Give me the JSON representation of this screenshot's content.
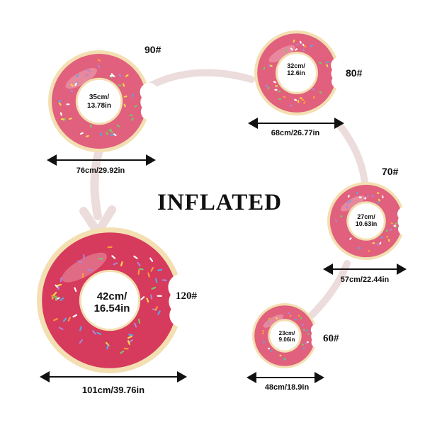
{
  "title": "INFLATED",
  "colors": {
    "frosting": "#e0607d",
    "frosting_large": "#d63a5c",
    "dough": "#f3dfb1",
    "arrow": "#ecdcdc"
  },
  "icons": [
    "donut-float-icon",
    "curved-arrow-icon",
    "dimension-arrow-icon"
  ],
  "floats": [
    {
      "size": "90#",
      "inner": [
        "35cm/",
        "13.78in"
      ],
      "outer": "76cm/29.92in"
    },
    {
      "size": "80#",
      "inner": [
        "32cm/",
        "12.6in"
      ],
      "outer": "68cm/26.77in"
    },
    {
      "size": "70#",
      "inner": [
        "27cm/",
        "10.63in"
      ],
      "outer": "57cm/22.44in"
    },
    {
      "size": "60#",
      "inner": [
        "23cm/",
        "9.06in"
      ],
      "outer": "48cm/18.9in"
    },
    {
      "size": "120#",
      "inner": [
        "42cm/",
        "16.54in"
      ],
      "outer": "101cm/39.76in"
    }
  ]
}
